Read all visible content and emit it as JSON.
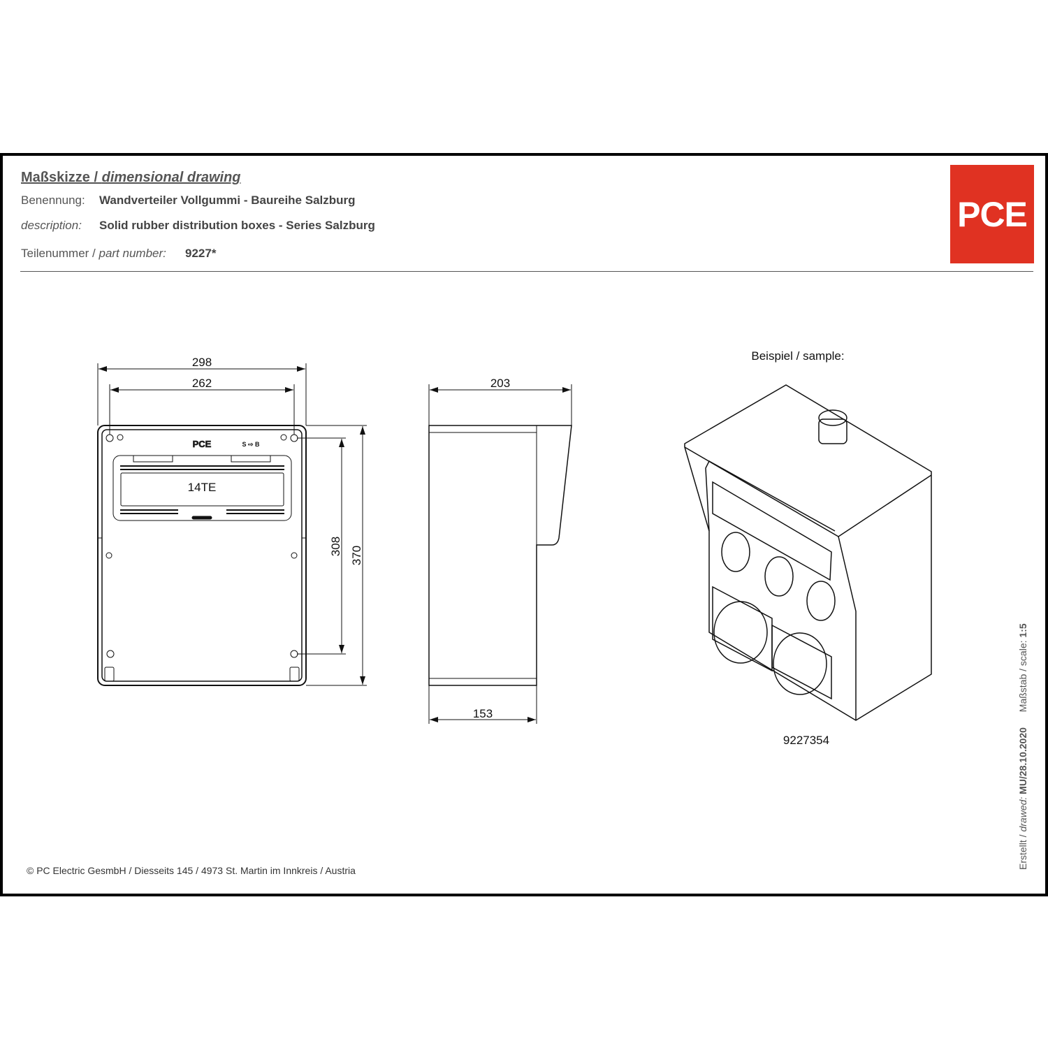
{
  "header": {
    "title_de": "Maßskizze / ",
    "title_en": "dimensional drawing",
    "name_label": "Benennung:",
    "name_value": "Wandverteiler Vollgummi - Baureihe Salzburg",
    "desc_label": "description:",
    "desc_value": "Solid rubber distribution boxes - Series Salzburg",
    "part_label_de": "Teilenummer / ",
    "part_label_en": "part number:",
    "part_value": "9227*"
  },
  "logo": {
    "text": "PCE",
    "color": "#e03222"
  },
  "front_view": {
    "width_outer": "298",
    "width_inner": "262",
    "height_inner": "308",
    "height_outer": "370",
    "brand": "PCE",
    "arrow_label": "S ⇨ B",
    "module_label": "14TE"
  },
  "side_view": {
    "depth_top": "203",
    "depth_bottom": "153"
  },
  "sample": {
    "heading": "Beispiel / sample:",
    "part_number": "9227354"
  },
  "footer": {
    "copyright": "© PC Electric GesmbH / Diesseits 145 / 4973 St. Martin im Innkreis / Austria"
  },
  "side_info": {
    "created_label": "Erstellt / ",
    "drawn_label": "drawed:",
    "drawn_value": "MU/28.10.2020",
    "scale_label": "Maßstab / scale:",
    "scale_value": "1:5"
  }
}
